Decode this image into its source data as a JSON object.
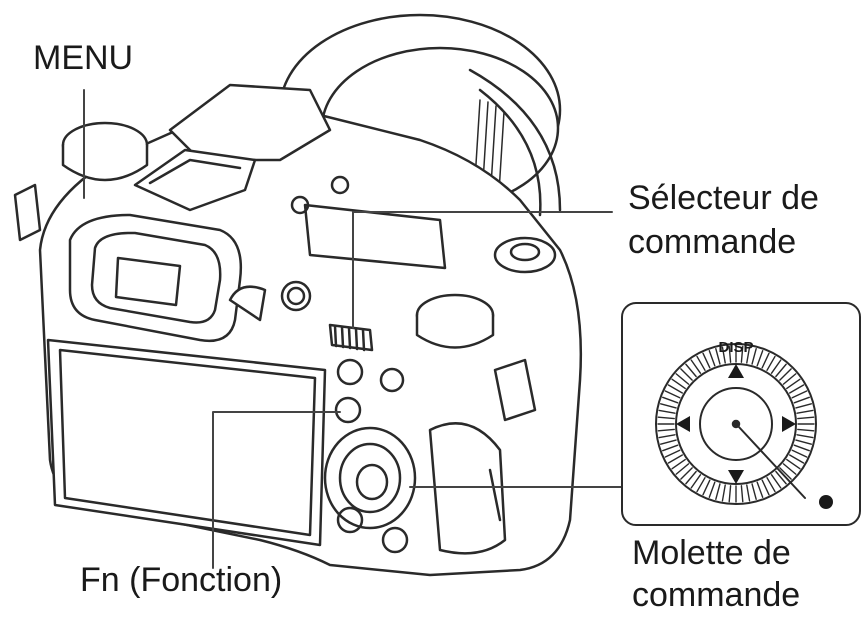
{
  "labels": {
    "menu": "MENU",
    "control_selector_line1": "Sélecteur de",
    "control_selector_line2": "commande",
    "fn": "Fn (Fonction)",
    "control_wheel_line1": "Molette de",
    "control_wheel_line2": "commande",
    "disp": "DISP"
  },
  "colors": {
    "ink": "#1a1a1a",
    "leader": "#444444",
    "background": "#ffffff"
  }
}
